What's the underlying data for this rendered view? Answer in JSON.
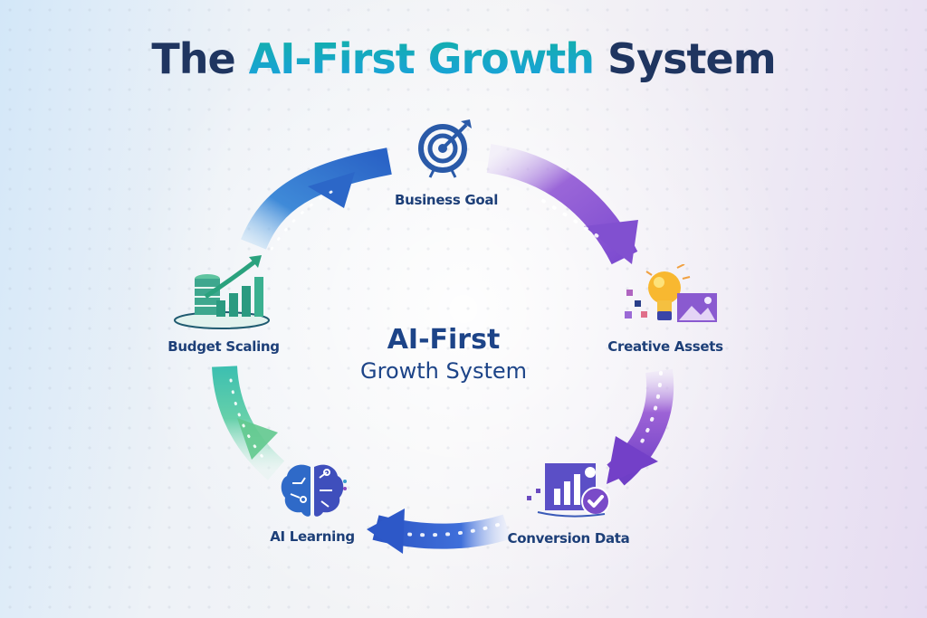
{
  "title": {
    "prefix": "The ",
    "accent": "AI-First Growth",
    "suffix": " System"
  },
  "center": {
    "line1": "AI-First",
    "line2": "Growth System"
  },
  "nodes": [
    {
      "label": "Business Goal",
      "icon": "target-icon"
    },
    {
      "label": "Creative Assets",
      "icon": "lightbulb-image-icon"
    },
    {
      "label": "Conversion Data",
      "icon": "chart-check-icon"
    },
    {
      "label": "AI Learning",
      "icon": "brain-circuit-icon"
    },
    {
      "label": "Budget Scaling",
      "icon": "coins-growth-chart-icon"
    }
  ],
  "colors": {
    "title_dark": "#1f3560",
    "title_accent_top": "#12b0a8",
    "title_accent_bottom": "#1aa0e0",
    "label": "#1d3f78",
    "arrow_blue": "#2f6fd0",
    "arrow_purple": "#8a55d6",
    "arrow_green": "#4cc4a0"
  },
  "cycle_order": [
    "Business Goal",
    "Creative Assets",
    "Conversion Data",
    "AI Learning",
    "Budget Scaling"
  ]
}
